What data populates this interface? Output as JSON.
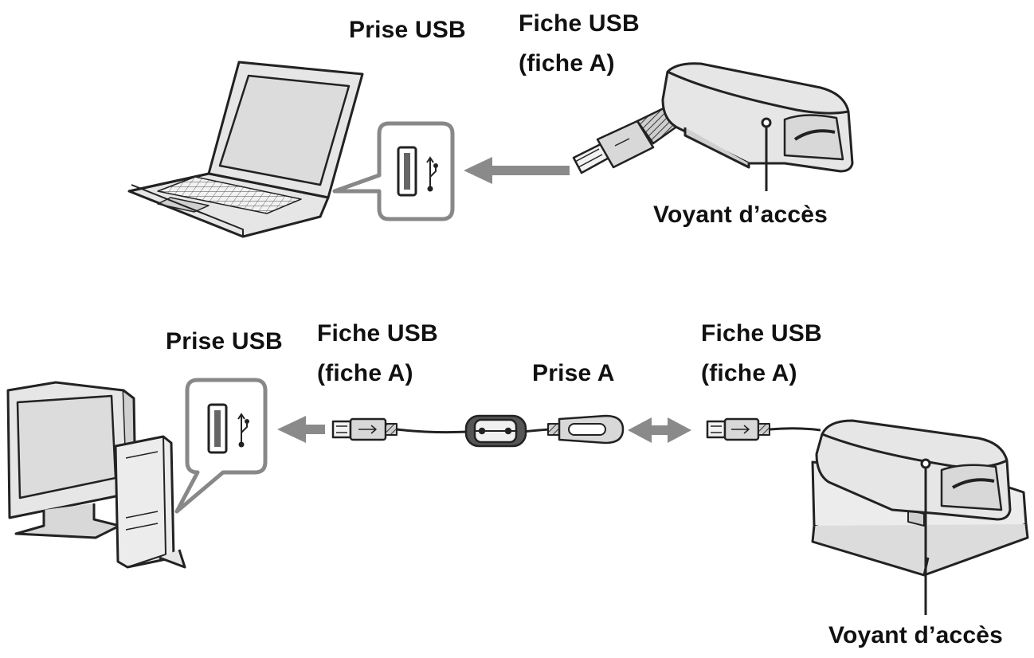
{
  "panel_top": {
    "labels": {
      "usb_port": "Prise USB",
      "usb_plug_line1": "Fiche USB",
      "usb_plug_line2": "(fiche A)",
      "access_lamp": "Voyant d’accès"
    },
    "icons": [
      "laptop-icon",
      "usb-port-icon",
      "usb-symbol-icon",
      "usb-plug-icon",
      "card-reader-icon"
    ]
  },
  "panel_bottom": {
    "labels": {
      "usb_port": "Prise USB",
      "usb_plug_left_line1": "Fiche USB",
      "usb_plug_left_line2": "(fiche A)",
      "jack_a": "Prise A",
      "usb_plug_right_line1": "Fiche USB",
      "usb_plug_right_line2": "(fiche A)",
      "access_lamp": "Voyant d’accès"
    },
    "icons": [
      "desktop-computer-icon",
      "usb-port-icon",
      "usb-symbol-icon",
      "usb-extension-cable-icon",
      "ferrite-core-icon",
      "usb-plug-icon",
      "card-reader-icon"
    ]
  },
  "colors": {
    "line": "#222222",
    "device_fill": "#e6e6e6",
    "screen_fill": "#dcdcdc",
    "arrow": "#8a8a8a"
  }
}
